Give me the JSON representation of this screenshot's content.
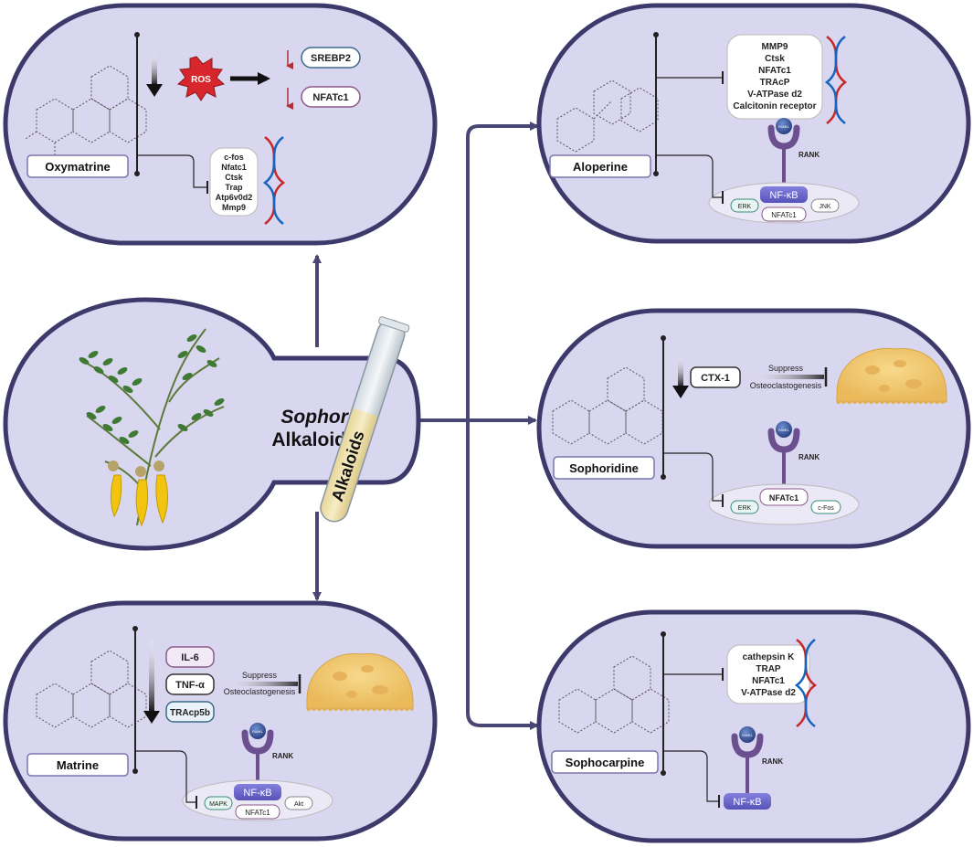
{
  "center": {
    "title_line1": "Sophora",
    "title_line2": "Alkaloids",
    "tube_label": "Alkaloids"
  },
  "oxymatrine": {
    "name": "Oxymatrine",
    "ros": "ROS",
    "srebp2": "SREBP2",
    "nfatc1": "NFATc1",
    "genes": [
      "c-fos",
      "Nfatc1",
      "Ctsk",
      "Trap",
      "Atp6v0d2",
      "Mmp9"
    ]
  },
  "aloperine": {
    "name": "Aloperine",
    "genes": [
      "MMP9",
      "Ctsk",
      "NFATc1",
      "TRAcP",
      "V-ATPase d2",
      "Calcitonin receptor"
    ],
    "rankl": "RANKL",
    "rank": "RANK",
    "nfkb": "NF-κB",
    "erk": "ERK",
    "jnk": "JNK",
    "nfatc1": "NFATc1"
  },
  "sophoridine": {
    "name": "Sophoridine",
    "ctx1": "CTX-1",
    "suppress": "Suppress",
    "osteoclastogenesis": "Osteoclastogenesis",
    "rankl": "RANKL",
    "rank": "RANK",
    "nfatc1": "NFATc1",
    "erk": "ERK",
    "cfos": "c-Fos"
  },
  "matrine": {
    "name": "Matrine",
    "il6": "IL-6",
    "tnfa": "TNF-α",
    "tracp5b": "TRAcp5b",
    "suppress": "Suppress",
    "osteoclastogenesis": "Osteoclastogenesis",
    "rankl": "RANKL",
    "rank": "RANK",
    "nfkb": "NF-κB",
    "mapk": "MAPK",
    "akt": "Akt",
    "nfatc1": "NFATc1"
  },
  "sophocarpine": {
    "name": "Sophocarpine",
    "genes": [
      "cathepsin K",
      "TRAP",
      "NFATc1",
      "V-ATPase d2"
    ],
    "rankl": "RANKL",
    "rank": "RANK",
    "nfkb": "NF-κB"
  },
  "colors": {
    "panel_fill": "#d9d6ef",
    "panel_stroke": "#3d3a6b",
    "arrow": "#4a4674",
    "nfkb": "#6b67c8",
    "rank": "#6b4f8f"
  }
}
